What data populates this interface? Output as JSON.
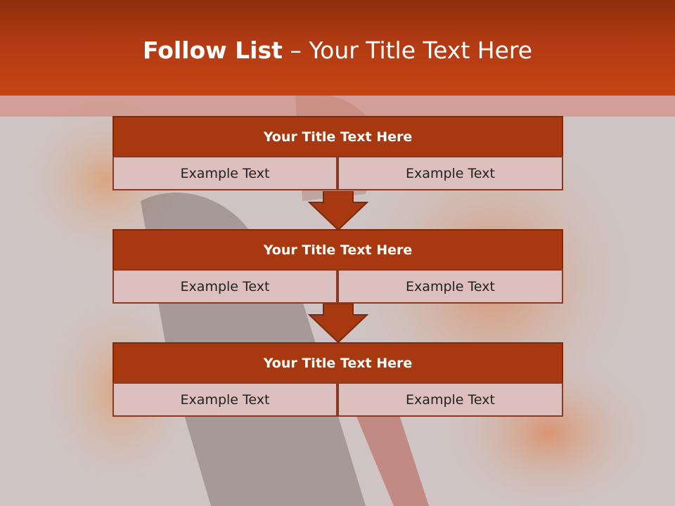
{
  "slide": {
    "title_bold": "Follow List",
    "title_rest": " – Your Title Text Here"
  },
  "blocks": [
    {
      "title": "Your Title Text Here",
      "left": "Example Text",
      "right": "Example Text"
    },
    {
      "title": "Your Title Text Here",
      "left": "Example Text",
      "right": "Example Text"
    },
    {
      "title": "Your Title Text Here",
      "left": "Example Text",
      "right": "Example Text"
    }
  ],
  "colors": {
    "header": "#b23a12",
    "block_title": "#a8380f",
    "cell": "#ddbfbd",
    "border": "#7b2a0e",
    "arrow": "#a8380f"
  }
}
